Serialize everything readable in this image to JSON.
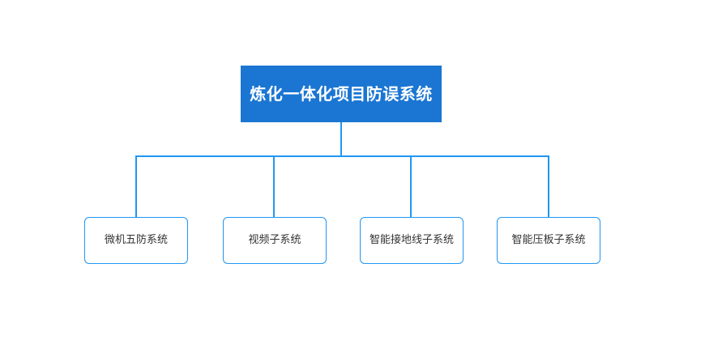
{
  "diagram": {
    "type": "organization-chart",
    "orientation": "top-down",
    "background_color": "#ffffff",
    "connector_color": "#2196f3",
    "root": {
      "label": "炼化一体化项目防误系统",
      "fill_color": "#1a76d2",
      "text_color": "#ffffff"
    },
    "children": [
      {
        "label": "微机五防系统",
        "fill_color": "#ffffff",
        "border_color": "#2196f3",
        "text_color": "#333333"
      },
      {
        "label": "视频子系统",
        "fill_color": "#ffffff",
        "border_color": "#2196f3",
        "text_color": "#333333"
      },
      {
        "label": "智能接地线子系统",
        "fill_color": "#ffffff",
        "border_color": "#2196f3",
        "text_color": "#333333"
      },
      {
        "label": "智能压板子系统",
        "fill_color": "#ffffff",
        "border_color": "#2196f3",
        "text_color": "#333333"
      }
    ]
  }
}
